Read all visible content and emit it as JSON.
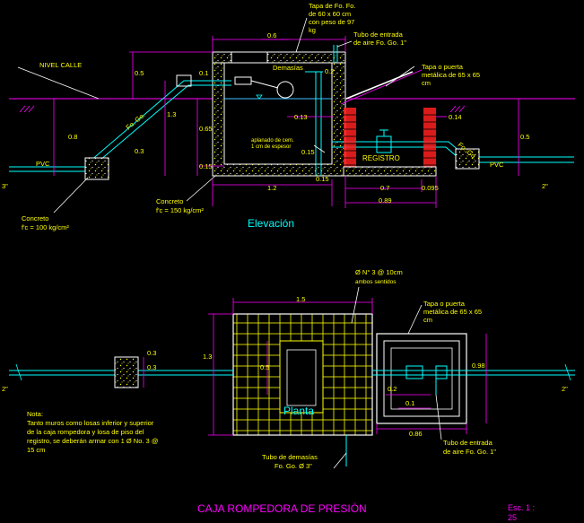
{
  "colors": {
    "background": "#000000",
    "dimension": "#ff00ff",
    "structure": "#ffffff",
    "pipe": "#00ffff",
    "gravel": "#ffff00",
    "labels": "#ffff00",
    "red": "#ff2020"
  },
  "elevation": {
    "title": "Elevación",
    "labels": {
      "tapa": [
        "Tapa de Fo. Fo.",
        "de 60 x 60 cm",
        "con peso de 97",
        "kg"
      ],
      "tubo_entrada": [
        "Tubo de entrada",
        "de aire Fo. Go. 1\""
      ],
      "nivel_calle": "NIVEL CALLE",
      "demasias": "Demasías",
      "tapa_puerta": [
        "Tapa o puerta",
        "metálica de 65 x 65",
        "cm"
      ],
      "aplanado": [
        "aplanado de cem.",
        "1 cm de espesor"
      ],
      "registro": "REGISTRO",
      "pvc_left": "PVC",
      "pvc_right": "PVC",
      "fo_go_left": "Fo. Go.",
      "fo_go_right": "Fo. Go.",
      "concreto_inner": [
        "Concreto",
        "f'c = 150 kg/cm²"
      ],
      "concreto_outer": [
        "Concreto",
        "f'c = 100 kg/cm²"
      ],
      "pipe_left": "3\"",
      "pipe_right": "2\""
    },
    "dims": {
      "d_06_top": "0.6",
      "d_05_left": "0.5",
      "d_01": "0.1",
      "d_13": "1.3",
      "d_08": "0.8",
      "d_03": "0.3",
      "d_065": "0.65",
      "d_015a": "0.15",
      "d_015b": "0.15",
      "d_015c": "0.15",
      "d_013": "0.13",
      "d_02": "0.2",
      "d_014": "0.14",
      "d_05_right": "0.5",
      "d_12": "1.2",
      "d_07": "0.7",
      "d_0095": "0.095",
      "d_089": "0.89"
    }
  },
  "plan": {
    "title": "Planta",
    "labels": {
      "varilla": [
        "Ø N° 3 @ 10cm",
        "ambos sentidos"
      ],
      "tapa_puerta": [
        "Tapa o puerta",
        "metálica de 65 x 65",
        "cm"
      ],
      "nota": [
        "Nota:",
        "Tanto muros como losas inferior y superior",
        "de la caja rompedora y losa de piso del",
        "registro, se deberán armar con 1 Ø No. 3 @",
        "15 cm"
      ],
      "tubo_demasias": [
        "Tubo de demasías",
        "Fo. Go. Ø 3\""
      ],
      "tubo_entrada": [
        "Tubo de entrada",
        "de aire Fo. Go. 1\""
      ],
      "pipe_left": "2\"",
      "pipe_right": "2\""
    },
    "dims": {
      "d_15": "1.5",
      "d_13": "1.3",
      "d_03a": "0.3",
      "d_03b": "0.3",
      "d_05": "0.5",
      "d_02": "0.2",
      "d_01": "0.1",
      "d_086": "0.86",
      "d_098": "0.98"
    }
  },
  "footer": {
    "title": "CAJA ROMPEDORA DE PRESIÓN",
    "scale": [
      "Esc. 1 :",
      "25"
    ]
  }
}
